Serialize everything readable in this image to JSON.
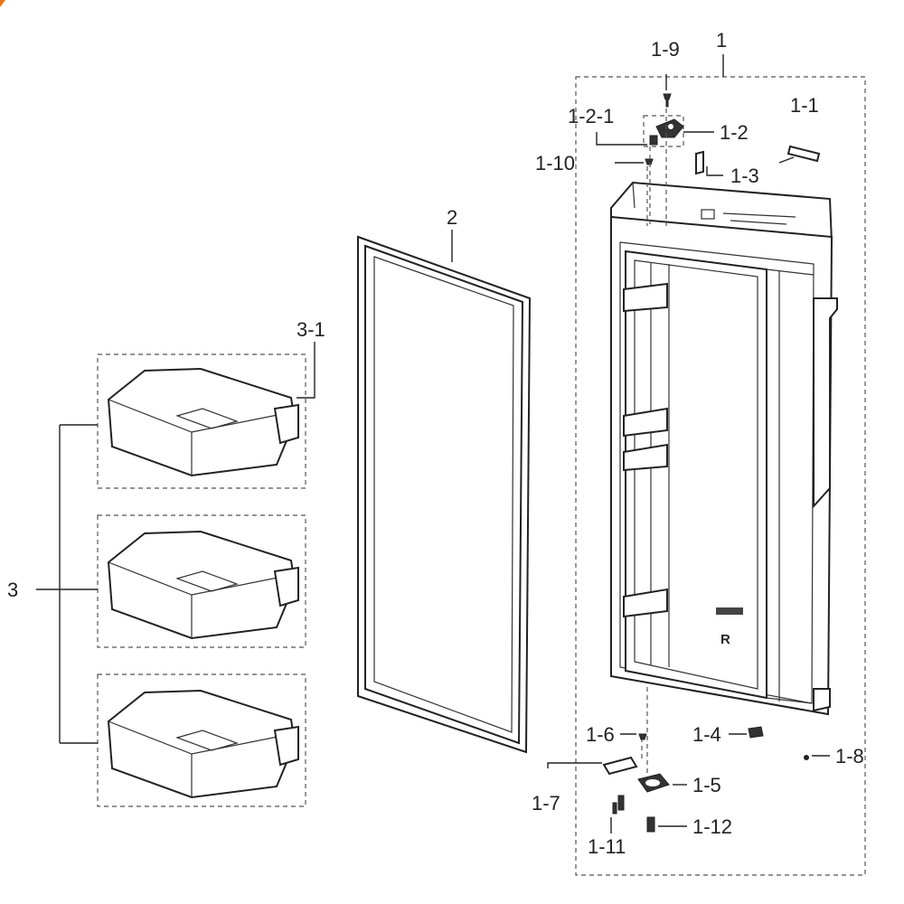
{
  "accent_color": "#e8731a",
  "labels": {
    "l1": "1",
    "l1_1": "1-1",
    "l1_2": "1-2",
    "l1_2_1": "1-2-1",
    "l1_3": "1-3",
    "l1_4": "1-4",
    "l1_5": "1-5",
    "l1_6": "1-6",
    "l1_7": "1-7",
    "l1_8": "1-8",
    "l1_9": "1-9",
    "l1_10": "1-10",
    "l1_11": "1-11",
    "l1_12": "1-12",
    "l2": "2",
    "l3": "3",
    "l3_1": "3-1"
  },
  "door_marks": {
    "side_letter": "R"
  }
}
